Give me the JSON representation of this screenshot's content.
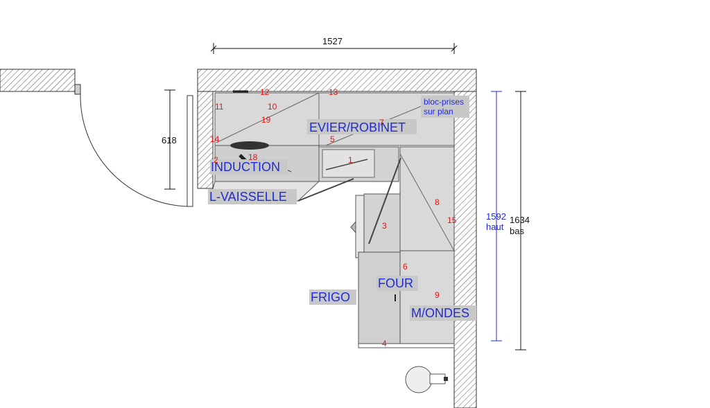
{
  "dimensions": {
    "top_width": "1527",
    "left_depth": "618",
    "right_high": "1592",
    "right_high_suffix": "haut",
    "right_low": "1634",
    "right_low_suffix": "bas"
  },
  "appliance_labels": {
    "sink": "EVIER/ROBINET",
    "hob": "INDUCTION",
    "dishwasher": "L-VAISSELLE",
    "fridge": "FRIGO",
    "oven": "FOUR",
    "microwave": "M/ONDES"
  },
  "note": {
    "line1": "bloc-prises",
    "line2": "sur plan"
  },
  "item_numbers": [
    "1",
    "2",
    "3",
    "4",
    "5",
    "6",
    "7",
    "8",
    "9",
    "10",
    "11",
    "12",
    "13",
    "14",
    "15",
    "18",
    "19"
  ],
  "colors": {
    "label_blue": "#1f2ad8",
    "number_red": "#d81818",
    "label_bg": "#c8c8c8",
    "cabinet_fill": "#d9d9d9",
    "wall_hatch": "#555555"
  }
}
